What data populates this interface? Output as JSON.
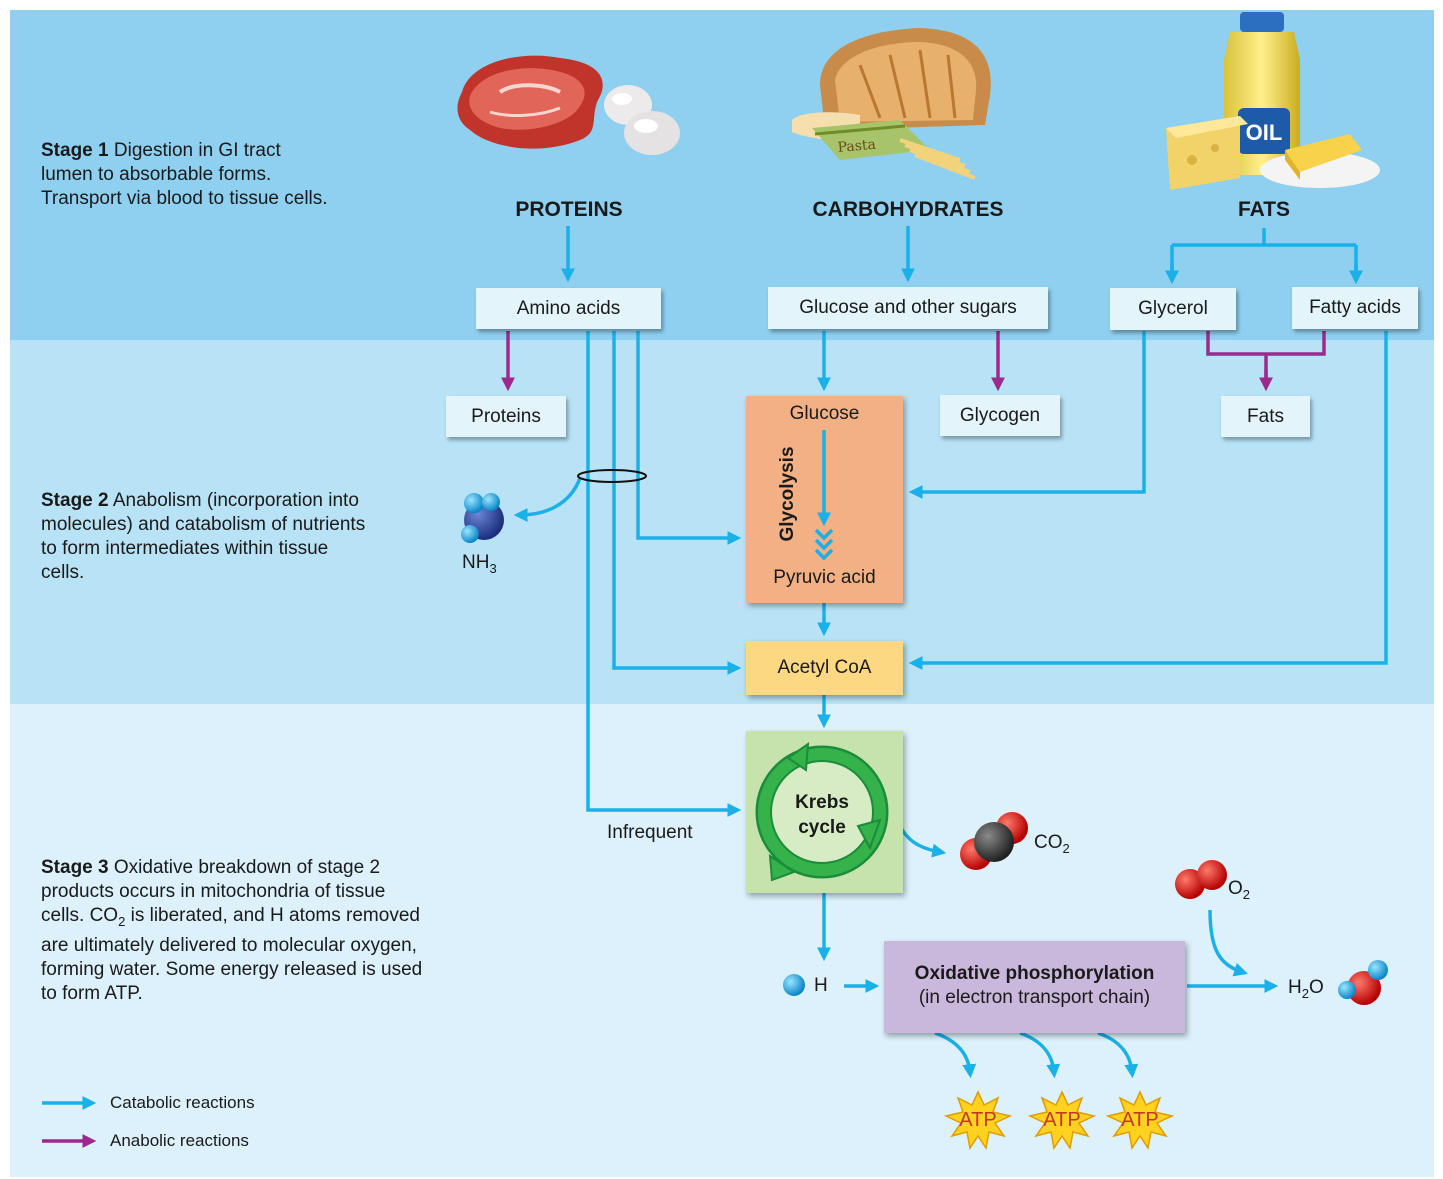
{
  "stages": {
    "s1": {
      "label": "Stage 1",
      "text": " Digestion in GI tract lumen to absorbable forms. Transport via blood to tissue cells."
    },
    "s2": {
      "label": "Stage 2",
      "text": " Anabolism (incorporation into molecules) and catabolism of nutrients to form intermediates within tissue cells."
    },
    "s3": {
      "label": "Stage 3",
      "text_a": " Oxidative breakdown of stage 2 products occurs in mitochondria of tissue cells. CO",
      "text_sub": "2",
      "text_b": " is liberated, and H atoms removed are ultimately delivered to molecular oxygen, forming water. Some energy released is used to form ATP."
    }
  },
  "headings": {
    "proteins": "PROTEINS",
    "carbohydrates": "CARBOHYDRATES",
    "fats": "FATS"
  },
  "boxes": {
    "amino_acids": "Amino acids",
    "glucose_sugars": "Glucose and other sugars",
    "glycerol": "Glycerol",
    "fatty_acids": "Fatty acids",
    "proteins": "Proteins",
    "glycogen": "Glycogen",
    "fats": "Fats",
    "glucose": "Glucose",
    "glycolysis": "Glycolysis",
    "pyruvic_acid": "Pyruvic acid",
    "acetyl_coa": "Acetyl CoA",
    "krebs_line1": "Krebs",
    "krebs_line2": "cycle",
    "oxphos_title": "Oxidative phosphorylation",
    "oxphos_sub": "(in electron transport chain)"
  },
  "labels": {
    "infrequent": "Infrequent",
    "nh": "NH",
    "nh_sub": "3",
    "co": "CO",
    "co_sub": "2",
    "o": "O",
    "o_sub": "2",
    "h2o_h": "H",
    "h2o_sub": "2",
    "h2o_o": "O",
    "h": "H",
    "atp": "ATP",
    "pasta": "Pasta",
    "oil": "OIL"
  },
  "legend": {
    "catabolic": "Catabolic reactions",
    "anabolic": "Anabolic reactions"
  },
  "colors": {
    "catabolic": "#1ab0e8",
    "anabolic": "#9b2a8c",
    "stage1_bg": "#8fd0f0",
    "stage2_bg": "#b8e3f6",
    "stage3_bg": "#dcf1fb",
    "glycolysis": "#f2b084",
    "acetyl": "#fcd883",
    "krebs": "#c6e3ab",
    "oxphos": "#c9b7dc",
    "atp": "#ffd21f"
  }
}
